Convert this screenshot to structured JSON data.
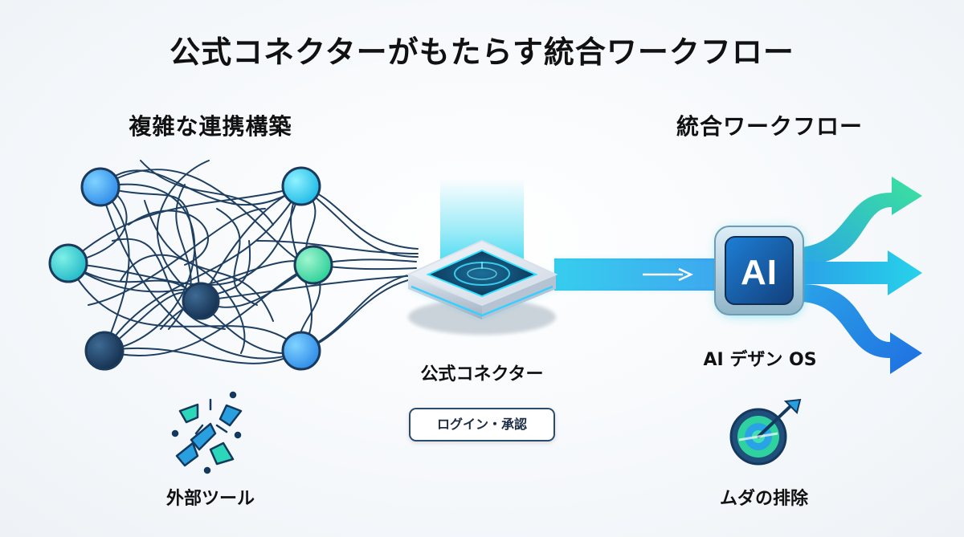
{
  "title": "公式コネクターがもたらす統合ワークフロー",
  "left_section": {
    "heading": "複雑な連携構築",
    "icon": "broken-connection-icon",
    "icon_label": "外部ツール"
  },
  "center": {
    "label": "公式コネクター",
    "badge": "ログイン・承認"
  },
  "right_section": {
    "heading": "統合ワークフロー",
    "ai_box_text": "AI",
    "ai_label": "AI デザン OS",
    "icon": "target-arrow-icon",
    "icon_label": "ムダの排除"
  },
  "colors": {
    "navy": "#1b3a5c",
    "blue": "#2f8be8",
    "cyan": "#22c6e8",
    "green": "#3ed69a"
  }
}
